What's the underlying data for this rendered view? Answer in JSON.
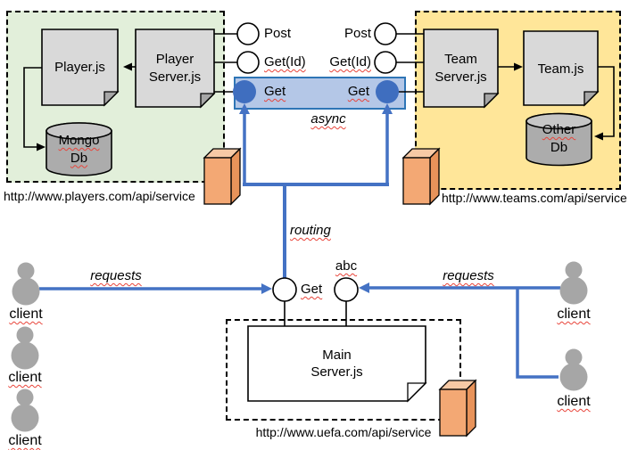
{
  "players_service": {
    "url": "http://www.players.com/api/service",
    "player_js": "Player.js",
    "player_server_line1": "Player",
    "player_server_line2": "Server.js",
    "mongo_db_line1": "Mongo",
    "mongo_db_line2": "Db"
  },
  "teams_service": {
    "url": "http://www.teams.com/api/service",
    "team_server_line1": "Team",
    "team_server_line2": "Server.js",
    "team_js": "Team.js",
    "other_db_line1": "Other",
    "other_db_line2": "Db"
  },
  "main_service": {
    "url": "http://www.uefa.com/api/service",
    "main_server_line1": "Main",
    "main_server_line2": "Server.js",
    "get_endpoint": "Get",
    "abc_endpoint": "abc"
  },
  "player_endpoints": {
    "post": "Post",
    "get_id": "Get(Id)",
    "get": "Get"
  },
  "team_endpoints": {
    "post": "Post",
    "get_id": "Get(Id)",
    "get": "Get"
  },
  "flow_labels": {
    "async": "async",
    "routing": "routing",
    "requests_left": "requests",
    "requests_right": "requests"
  },
  "clients": {
    "label": "client",
    "left_count": 3,
    "right_count": 2
  },
  "colors": {
    "players_region_bg": "#E2EFDA",
    "teams_region_bg": "#FFE699",
    "async_bg": "#B4C7E7",
    "async_border": "#2E75B6",
    "flow_blue": "#4472C4",
    "endpoint_blue": "#3F6EBF",
    "document_gray": "#D9D9D9",
    "database_gray": "#ACACAC",
    "cube_orange": "#F3A874",
    "client_gray": "#A6A6A6",
    "spellcheck_red": "#E8443A"
  }
}
